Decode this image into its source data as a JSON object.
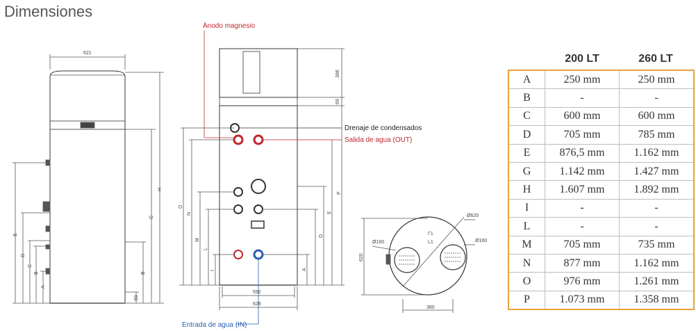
{
  "page": {
    "title": "Dimensiones"
  },
  "labels": {
    "anodo": "Ánodo magnesio",
    "drenaje": "Drenaje de condensados",
    "salida": "Salida de agua (OUT)",
    "entrada": "Entrada de agua (IN)"
  },
  "dims": {
    "d621": "621",
    "d592": "592",
    "d628": "628",
    "d396": "396",
    "d69": "69",
    "d59": "59",
    "d620": "620",
    "d620b": "620",
    "d160a": "Ø160",
    "d160b": "Ø160",
    "d620c": "Ø620",
    "d380": "380",
    "lettersLeft": [
      "E",
      "D",
      "C",
      "B",
      "A",
      "H",
      "G",
      "B"
    ],
    "lettersMid": [
      "O",
      "N",
      "M",
      "L",
      "I",
      "P",
      "E",
      "D",
      "A"
    ]
  },
  "table": {
    "headers": [
      "200 LT",
      "260 LT"
    ],
    "rows": [
      {
        "k": "A",
        "a": "250 mm",
        "b": "250 mm"
      },
      {
        "k": "B",
        "a": "-",
        "b": "-"
      },
      {
        "k": "C",
        "a": "600 mm",
        "b": "600 mm"
      },
      {
        "k": "D",
        "a": "705 mm",
        "b": "785 mm"
      },
      {
        "k": "E",
        "a": "876,5 mm",
        "b": "1.162 mm"
      },
      {
        "k": "G",
        "a": "1.142 mm",
        "b": "1.427 mm"
      },
      {
        "k": "H",
        "a": "1.607 mm",
        "b": "1.892 mm"
      },
      {
        "k": "I",
        "a": "-",
        "b": "-"
      },
      {
        "k": "L",
        "a": "-",
        "b": "-"
      },
      {
        "k": "M",
        "a": "705 mm",
        "b": "735 mm"
      },
      {
        "k": "N",
        "a": "877 mm",
        "b": "1.162 mm"
      },
      {
        "k": "O",
        "a": "976 mm",
        "b": "1.261 mm"
      },
      {
        "k": "P",
        "a": "1.073 mm",
        "b": "1.358 mm"
      }
    ]
  },
  "colors": {
    "accent": "#e8a23a",
    "red": "#c0272d",
    "blue": "#2a5db0"
  }
}
